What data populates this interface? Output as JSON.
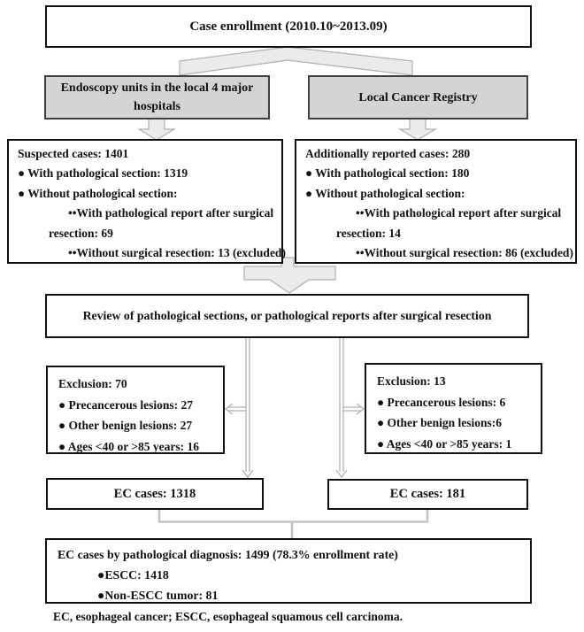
{
  "flow": {
    "enrollment": {
      "title": "Case enrollment (2010.10~2013.09)"
    },
    "source_left": {
      "title": "Endoscopy units in the local 4 major hospitals"
    },
    "source_right": {
      "title": "Local Cancer Registry"
    },
    "suspected": {
      "lines": [
        "Suspected cases: 1401",
        "● With pathological section: 1319",
        "● Without pathological section:",
        "••With pathological report after surgical",
        "resection: 69",
        "••Without surgical resection: 13 (excluded)"
      ]
    },
    "additional": {
      "lines": [
        "Additionally reported cases: 280",
        "● With pathological section: 180",
        "● Without pathological section:",
        "••With pathological report after surgical",
        "resection: 14",
        "••Without surgical resection: 86 (excluded)"
      ]
    },
    "review": {
      "title": "Review of pathological sections, or pathological reports after surgical resection"
    },
    "exclusion_left": {
      "lines": [
        "Exclusion: 70",
        "● Precancerous lesions: 27",
        "● Other benign lesions: 27",
        "● Ages <40 or >85 years: 16"
      ]
    },
    "exclusion_right": {
      "lines": [
        "Exclusion: 13",
        "● Precancerous lesions: 6",
        "● Other benign lesions:6",
        "● Ages <40 or >85 years: 1"
      ]
    },
    "ec_left": {
      "title": "EC cases: 1318"
    },
    "ec_right": {
      "title": "EC cases: 181"
    },
    "final": {
      "lines": [
        "EC cases by pathological diagnosis: 1499 (78.3% enrollment rate)",
        "●ESCC: 1418",
        "●Non-ESCC tumor: 81"
      ]
    },
    "caption": "EC, esophageal cancer; ESCC, esophageal squamous cell carcinoma."
  },
  "colors": {
    "box_border": "#111111",
    "source_fill": "#d4d4d4",
    "source_border": "#3f3f3f",
    "arrow_fill": "#ebebeb",
    "arrow_stroke": "#b0b0b0",
    "thin_connector": "#b0b0b0",
    "elbow_connector": "#c4c4c4"
  }
}
